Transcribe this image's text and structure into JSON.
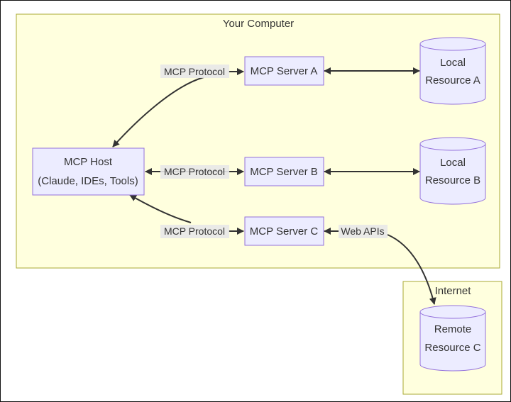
{
  "clusters": {
    "computer": "Your Computer",
    "internet": "Internet"
  },
  "nodes": {
    "host_line1": "MCP Host",
    "host_line2": "(Claude, IDEs, Tools)",
    "server_a": "MCP Server A",
    "server_b": "MCP Server B",
    "server_c": "MCP Server C",
    "res_a_line1": "Local",
    "res_a_line2": "Resource A",
    "res_b_line1": "Local",
    "res_b_line2": "Resource B",
    "res_c_line1": "Remote",
    "res_c_line2": "Resource C"
  },
  "edges": {
    "host_a": "MCP Protocol",
    "host_b": "MCP Protocol",
    "host_c": "MCP Protocol",
    "c_remote": "Web APIs"
  },
  "colors": {
    "cluster_fill": "#ffffde",
    "cluster_stroke": "#aaaa33",
    "node_fill": "#ececff",
    "node_stroke": "#9370db",
    "edge": "#333333"
  }
}
